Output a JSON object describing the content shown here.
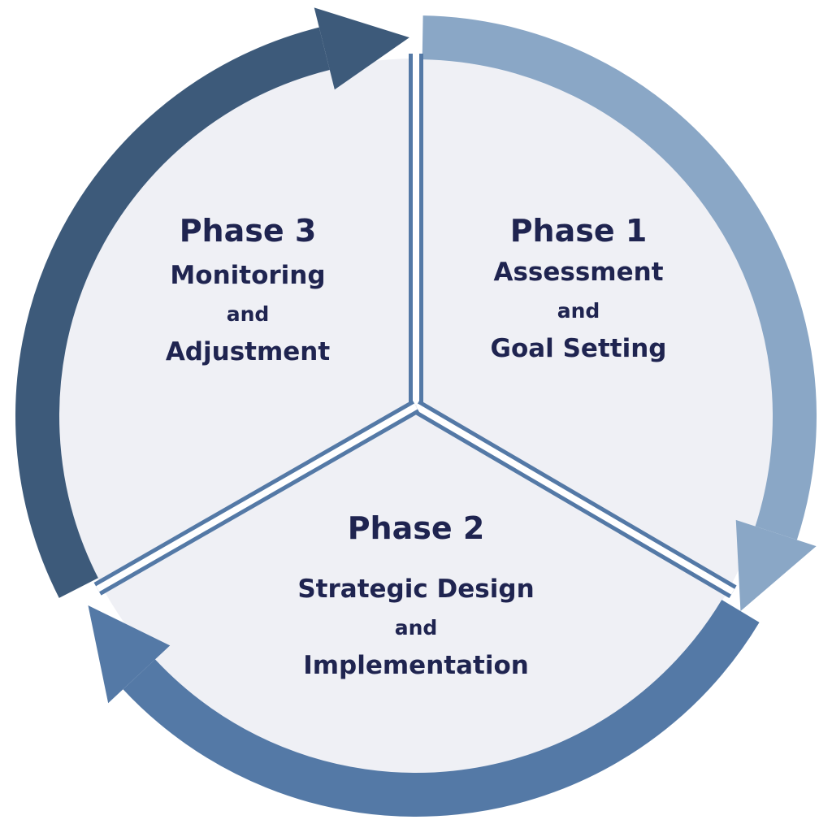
{
  "colors": {
    "phase1": "#8aa7c6",
    "phase2": "#5479a6",
    "phase3": "#3d5a7a",
    "fill": "#eff0f5",
    "divider": "#5479a6",
    "text": "#1f2450"
  },
  "phases": [
    {
      "title": "Phase 1",
      "line1": "Assessment",
      "and": "and",
      "line2": "Goal Setting"
    },
    {
      "title": "Phase 2",
      "line1": "Strategic Design",
      "and": "and",
      "line2": "Implementation"
    },
    {
      "title": "Phase 3",
      "line1": "Monitoring",
      "and": "and",
      "line2": "Adjustment"
    }
  ]
}
